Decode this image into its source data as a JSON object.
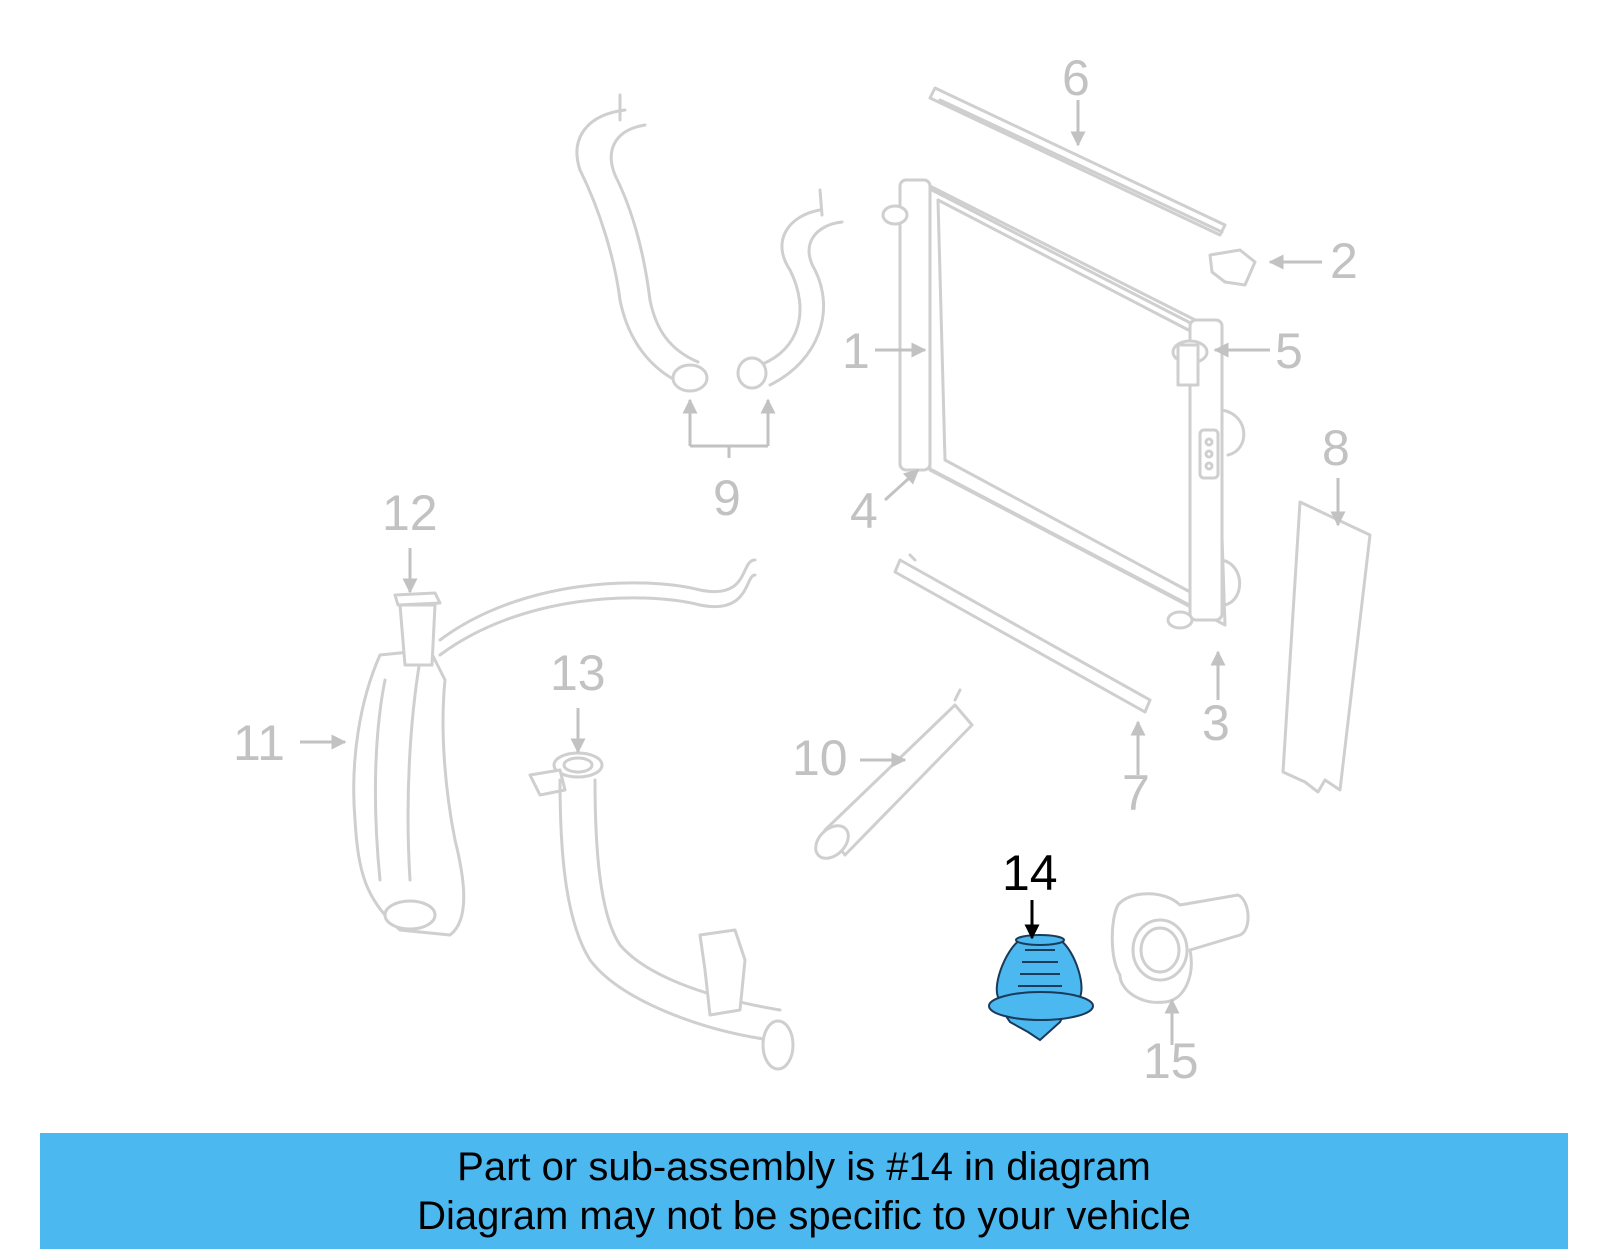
{
  "diagram": {
    "highlight_color": "#4cb8f0",
    "callouts": {
      "c1": "1",
      "c2": "2",
      "c3": "3",
      "c4": "4",
      "c5": "5",
      "c6": "6",
      "c7": "7",
      "c8": "8",
      "c9": "9",
      "c10": "10",
      "c11": "11",
      "c12": "12",
      "c13": "13",
      "c14": "14",
      "c15": "15"
    },
    "highlighted_part": "14"
  },
  "banner": {
    "line1": "Part or sub-assembly is #14 in diagram",
    "line2": "Diagram may not be specific to your vehicle",
    "background": "#4cb8f0"
  }
}
